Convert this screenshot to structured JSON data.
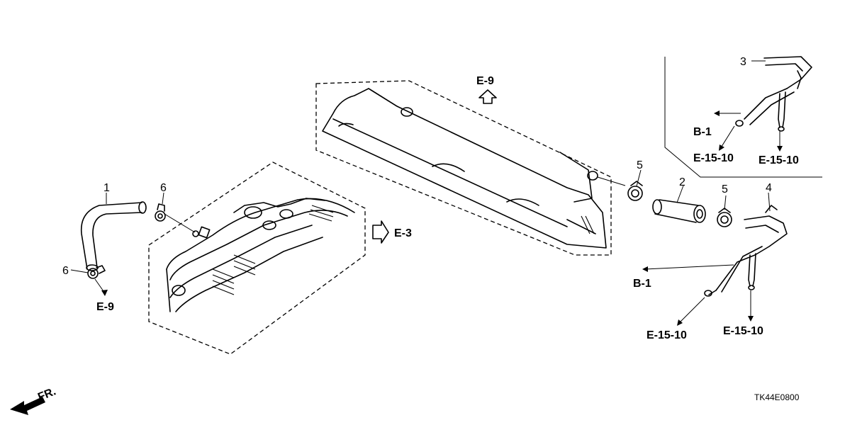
{
  "callouts": {
    "p1": "1",
    "p2": "2",
    "p3": "3",
    "p4": "4",
    "p5a": "5",
    "p5b": "5",
    "p6a": "6",
    "p6b": "6"
  },
  "refs": {
    "e9_top": "E-9",
    "e9_left": "E-9",
    "e3": "E-3",
    "b1_upper": "B-1",
    "b1_lower": "B-1",
    "e1510_upper_left": "E-15-10",
    "e1510_upper_right": "E-15-10",
    "e1510_lower_left": "E-15-10",
    "e1510_lower_right": "E-15-10"
  },
  "front_label": "FR.",
  "diagram_code": "TK44E0800"
}
